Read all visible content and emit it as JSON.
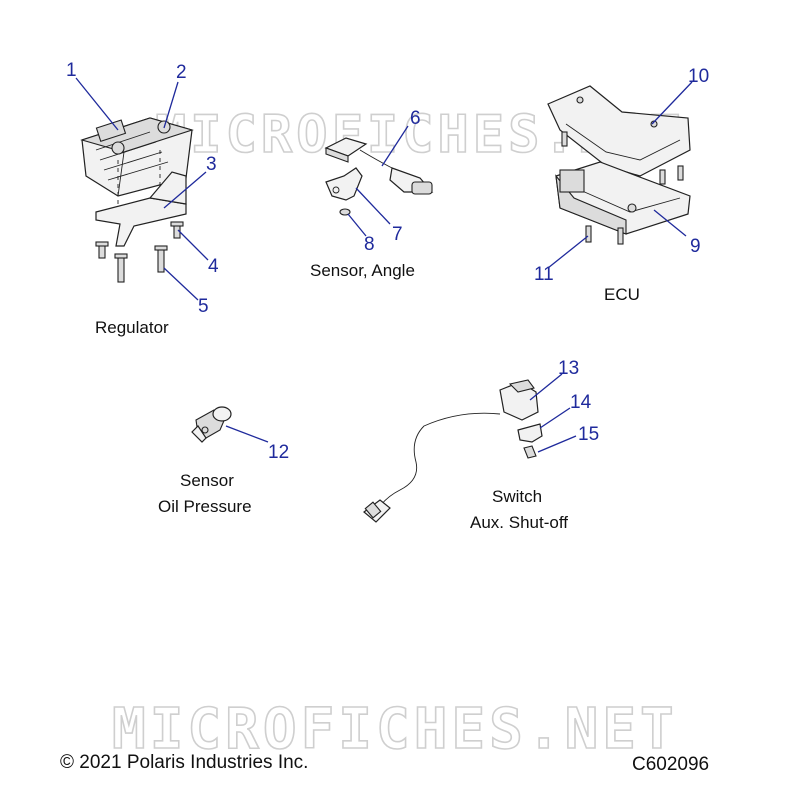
{
  "watermark": "MICROFICHES.NET",
  "callouts": [
    "1",
    "2",
    "3",
    "4",
    "5",
    "6",
    "7",
    "8",
    "9",
    "10",
    "11",
    "12",
    "13",
    "14",
    "15"
  ],
  "captions": {
    "regulator": "Regulator",
    "sensor_angle": "Sensor, Angle",
    "ecu": "ECU",
    "sensor_oil_line1": "Sensor",
    "sensor_oil_line2": "Oil Pressure",
    "switch_line1": "Switch",
    "switch_line2": "Aux. Shut-off"
  },
  "footer": {
    "copyright": "© 2021 Polaris Industries Inc.",
    "diagram_code": "C602096"
  },
  "colors": {
    "callout": "#1f2a9c",
    "watermark": "#cfcfcf"
  }
}
